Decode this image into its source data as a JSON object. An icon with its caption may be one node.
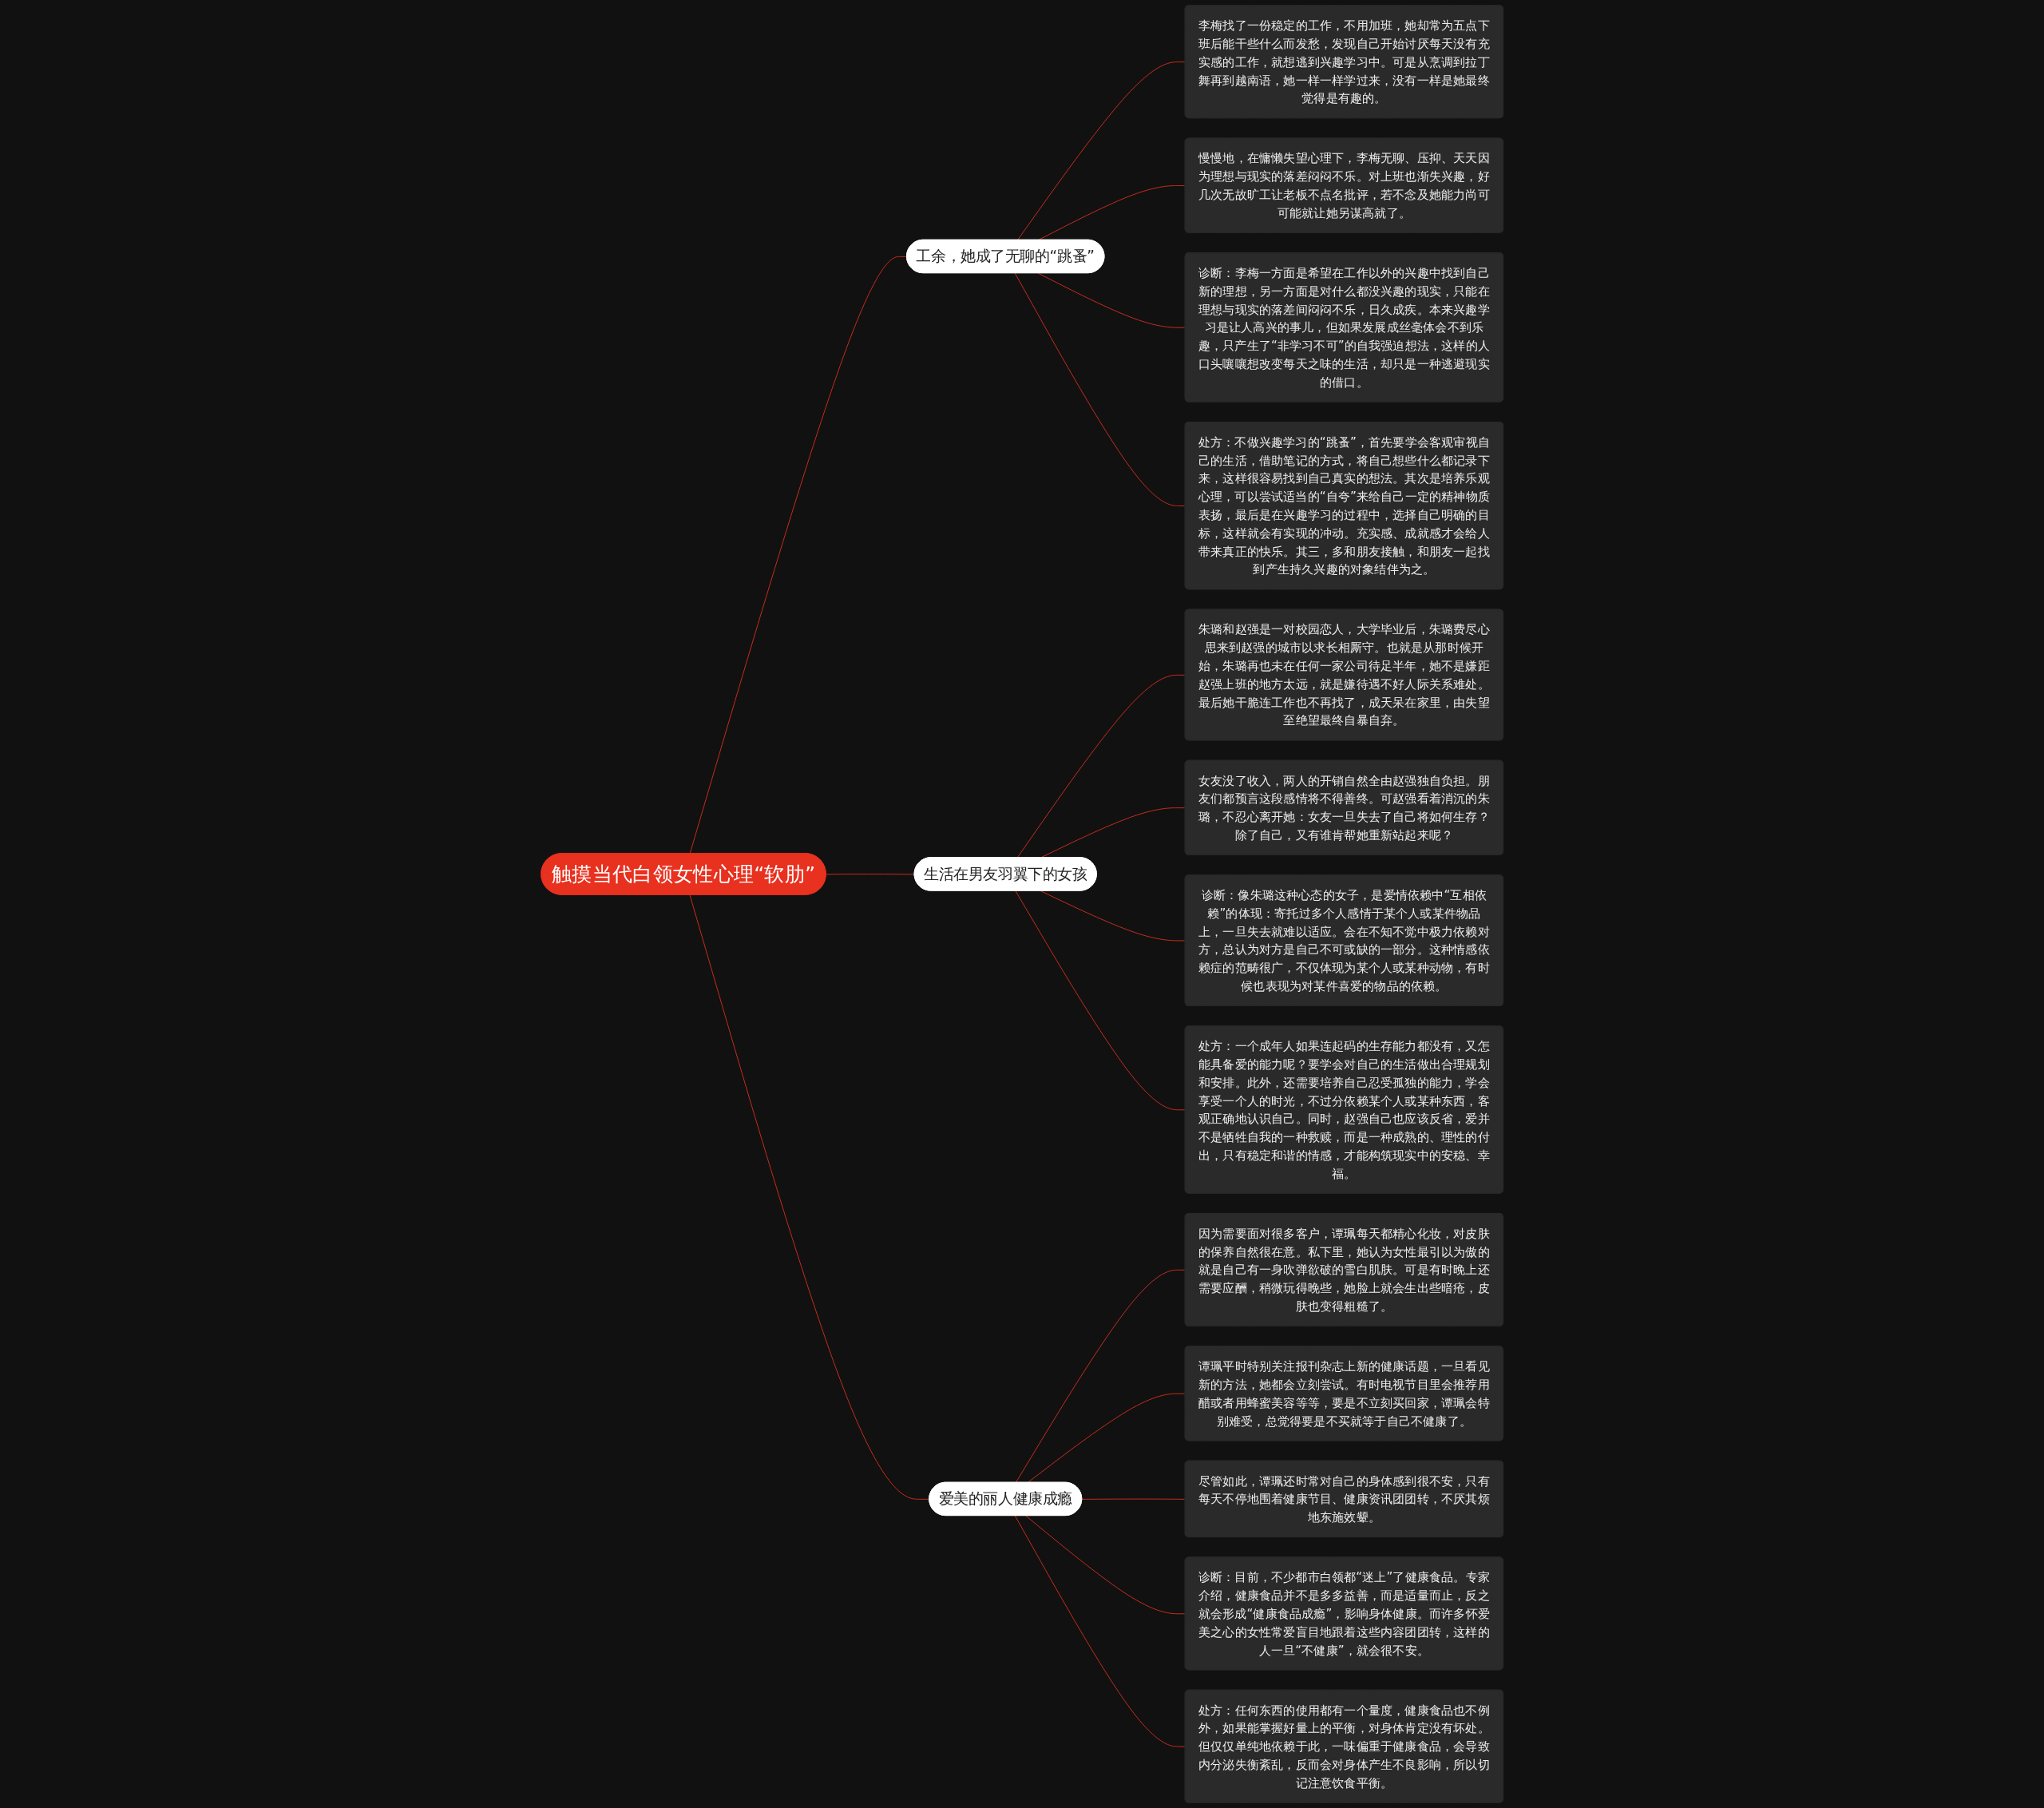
{
  "diagram": {
    "nodes": [
      {
        "text": [
          "触摸当代白领女性心理“软肋”"
        ]
      },
      {
        "text": [
          "工余，她成了无聊的“跳蚤”"
        ]
      },
      {
        "text": [
          "李梅找了一份稳定的工作，不用加班，她却常为五点下班后能干些什么而发愁，发现自己开始讨厌每天没有充实感的工作，就想逃到兴趣学习中。可是从烹调到拉丁舞再到越南语，她一样一样学过来，没有一样是她最终觉得是有趣的。"
        ]
      },
      {
        "text": [
          "慢慢地，在慵懒失望心理下，李梅无聊、压抑、天天因为理想与现实的落差闷闷不乐。对上班也渐失兴趣，好几次无故旷工让老板不点名批评，若不念及她能力尚可可能就让她另谋高就了。"
        ]
      },
      {
        "text": [
          "诊断：李梅一方面是希望在工作以外的兴趣中找到自己新的理想，另一方面是对什么都没兴趣的现实，只能在理想与现实的落差间闷闷不乐，日久成疾。本来兴趣学习是让人高兴的事儿，但如果发展成丝毫体会不到乐趣，只产生了“非学习不可”的自我强迫想法，这样的人口头嚷嚷想改变每天之味的生活，却只是一种逃避现实的借口。"
        ]
      },
      {
        "text": [
          "处方：不做兴趣学习的“跳蚤”，首先要学会客观审视自己的生活，借助笔记的方式，将自己想些什么都记录下来，这样很容易找到自己真实的想法。其次是培养乐观心理，可以尝试适当的“自夸”来给自己一定的精神物质表扬，最后是在兴趣学习的过程中，选择自己明确的目标，这样就会有实现的冲动。充实感、成就感才会给人带来真正的快乐。其三，多和朋友接触，和朋友一起找到产生持久兴趣的对象结伴为之。"
        ]
      },
      {
        "text": [
          "生活在男友羽翼下的女孩"
        ]
      },
      {
        "text": [
          "朱璐和赵强是一对校园恋人，大学毕业后，朱璐费尽心思来到赵强的城市以求长相厮守。也就是从那时候开始，朱璐再也未在任何一家公司待足半年，她不是嫌距赵强上班的地方太远，就是嫌待遇不好人际关系难处。最后她干脆连工作也不再找了，成天呆在家里，由失望至绝望最终自暴自弃。"
        ]
      },
      {
        "text": [
          "女友没了收入，两人的开销自然全由赵强独自负担。朋友们都预言这段感情将不得善终。可赵强看着消沉的朱璐，不忍心离开她：女友一旦失去了自己将如何生存？除了自己，又有谁肯帮她重新站起来呢？"
        ]
      },
      {
        "text": [
          "诊断：像朱璐这种心态的女子，是爱情依赖中“互相依赖”的体现：寄托过多个人感情于某个人或某件物品上，一旦失去就难以适应。会在不知不觉中极力依赖对方，总认为对方是自己不可或缺的一部分。这种情感依赖症的范畴很广，不仅体现为某个人或某种动物，有时候也表现为对某件喜爱的物品的依赖。"
        ]
      },
      {
        "text": [
          "处方：一个成年人如果连起码的生存能力都没有，又怎能具备爱的能力呢？要学会对自己的生活做出合理规划和安排。此外，还需要培养自己忍受孤独的能力，学会享受一个人的时光，不过分依赖某个人或某种东西，客观正确地认识自己。同时，赵强自己也应该反省，爱并不是牺牲自我的一种救赎，而是一种成熟的、理性的付出，只有稳定和谐的情感，才能构筑现实中的安稳、幸福。"
        ]
      },
      {
        "text": [
          "爱美的丽人健康成瘾"
        ]
      },
      {
        "text": [
          "因为需要面对很多客户，谭珮每天都精心化妆，对皮肤的保养自然很在意。私下里，她认为女性最引以为傲的就是自己有一身吹弹欲破的雪白肌肤。可是有时晚上还需要应酬，稍微玩得晚些，她脸上就会生出些暗疮，皮肤也变得粗糙了。"
        ]
      },
      {
        "text": [
          "谭珮平时特别关注报刊杂志上新的健康话题，一旦看见新的方法，她都会立刻尝试。有时电视节目里会推荐用醋或者用蜂蜜美容等等，要是不立刻买回家，谭珮会特别难受，总觉得要是不买就等于自己不健康了。"
        ]
      },
      {
        "text": [
          "尽管如此，谭珮还时常对自己的身体感到很不安，只有每天不停地围着健康节目、健康资讯团团转，不厌其烦地东施效颦。"
        ]
      },
      {
        "text": [
          "诊断：目前，不少都市白领都“迷上”了健康食品。专家介绍，健康食品并不是多多益善，而是适量而止，反之就会形成“健康食品成瘾”，影响身体健康。而许多怀爱美之心的女性常爱盲目地跟着这些内容团团转，这样的人一旦“不健康”，就会很不安。"
        ]
      },
      {
        "text": [
          "处方：任何东西的使用都有一个量度，健康食品也不例外，如果能掌握好量上的平衡，对身体肯定没有坏处。但仅仅单纯地依赖于此，一味偏重于健康食品，会导致内分泌失衡紊乱，反而会对身体产生不良影响，所以切记注意饮食平衡。"
        ]
      }
    ],
    "edges": [
      {
        "from": 0,
        "to": 1,
        "arrow": "none"
      },
      {
        "from": 1,
        "to": 2,
        "arrow": "none"
      },
      {
        "from": 1,
        "to": 3,
        "arrow": "none"
      },
      {
        "from": 1,
        "to": 4,
        "arrow": "none"
      },
      {
        "from": 1,
        "to": 5,
        "arrow": "none"
      },
      {
        "from": 0,
        "to": 6,
        "arrow": "none"
      },
      {
        "from": 6,
        "to": 7,
        "arrow": "none"
      },
      {
        "from": 6,
        "to": 8,
        "arrow": "none"
      },
      {
        "from": 6,
        "to": 9,
        "arrow": "none"
      },
      {
        "from": 6,
        "to": 10,
        "arrow": "none"
      },
      {
        "from": 0,
        "to": 11,
        "arrow": "none"
      },
      {
        "from": 11,
        "to": 12,
        "arrow": "none"
      },
      {
        "from": 11,
        "to": 13,
        "arrow": "none"
      },
      {
        "from": 11,
        "to": 14,
        "arrow": "none"
      },
      {
        "from": 11,
        "to": 15,
        "arrow": "none"
      },
      {
        "from": 11,
        "to": 16,
        "arrow": "none"
      }
    ]
  }
}
